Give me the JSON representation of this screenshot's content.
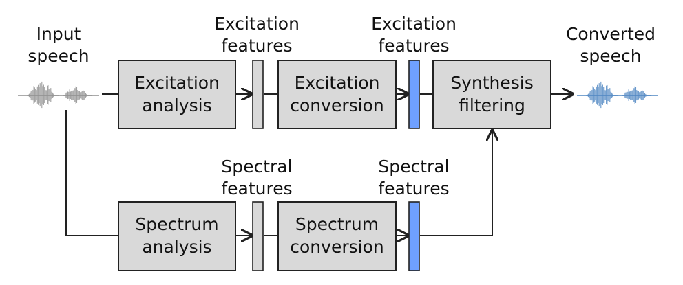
{
  "colors": {
    "box_fill": "#d9d9d9",
    "box_stroke": "#222222",
    "feature_gray": "#d9d9d9",
    "feature_blue": "#6fa0ff",
    "input_wave": "#8f8f8f",
    "output_wave": "#4f86c2",
    "line": "#222222"
  },
  "labels": {
    "input": [
      "Input",
      "speech"
    ],
    "output": [
      "Converted",
      "speech"
    ],
    "exc_feat_1": [
      "Excitation",
      "features"
    ],
    "exc_feat_2": [
      "Excitation",
      "features"
    ],
    "spec_feat_1": [
      "Spectral",
      "features"
    ],
    "spec_feat_2": [
      "Spectral",
      "features"
    ]
  },
  "boxes": {
    "excitation_analysis": [
      "Excitation",
      "analysis"
    ],
    "excitation_conversion": [
      "Excitation",
      "conversion"
    ],
    "synthesis_filtering": [
      "Synthesis",
      "filtering"
    ],
    "spectrum_analysis": [
      "Spectrum",
      "analysis"
    ],
    "spectrum_conversion": [
      "Spectrum",
      "conversion"
    ]
  },
  "icons": {
    "input_waveform": "waveform-icon",
    "output_waveform": "waveform-icon"
  }
}
